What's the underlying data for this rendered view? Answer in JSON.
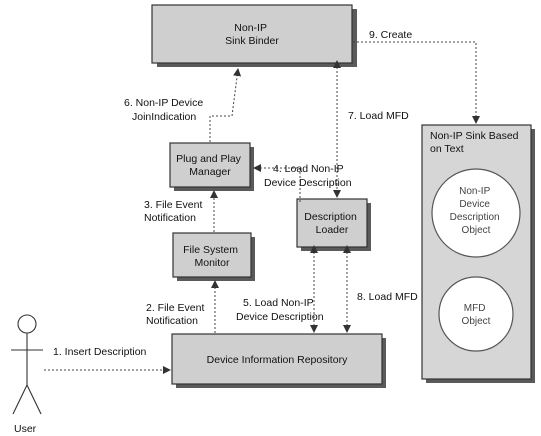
{
  "boxes": {
    "sink_binder": [
      "Non-IP",
      "Sink Binder"
    ],
    "plug_play": [
      "Plug and Play",
      "Manager"
    ],
    "file_system": [
      "File System",
      "Monitor"
    ],
    "desc_loader": [
      "Description",
      "Loader"
    ],
    "repository": [
      "Device Information Repository"
    ]
  },
  "panel": {
    "title": [
      "Non-IP Sink Based",
      "on Text"
    ],
    "circle1": [
      "Non-IP",
      "Device",
      "Description",
      "Object"
    ],
    "circle2": [
      "MFD",
      "Object"
    ]
  },
  "edges": {
    "e1": [
      "1. Insert Description"
    ],
    "e2": [
      "2. File Event",
      "Notification"
    ],
    "e3": [
      "3. File Event",
      "Notification"
    ],
    "e4": [
      "4. Load Non-IP",
      "Device Description"
    ],
    "e5": [
      "5. Load  Non-IP",
      "Device Description"
    ],
    "e6": [
      "6. Non-IP Device",
      "JoinIndication"
    ],
    "e7": [
      "7. Load MFD"
    ],
    "e8": [
      "8. Load MFD"
    ],
    "e9": [
      "9. Create"
    ]
  },
  "actor": {
    "label": "User"
  }
}
